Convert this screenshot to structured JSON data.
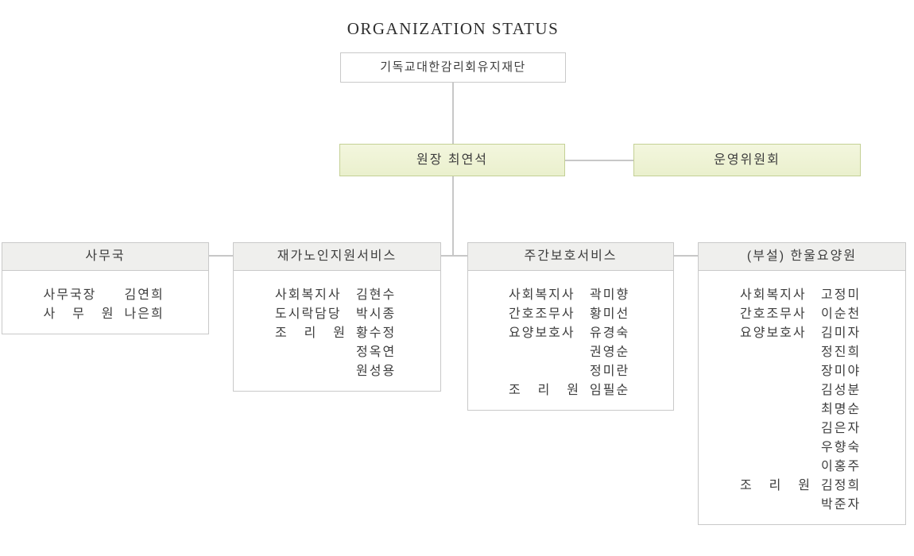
{
  "title": "ORGANIZATION STATUS",
  "colors": {
    "accent-bg-top": "#f3f6de",
    "accent-bg-bottom": "#eaf0cd",
    "accent-border": "#c4d095",
    "header-bg": "#efefed",
    "box-border": "#c9c9c9",
    "line": "#c7c7c7",
    "text": "#3d3d3d"
  },
  "root_box": {
    "label": "기독교대한감리회유지재단"
  },
  "director_box": {
    "label": "원장 최연석"
  },
  "committee_box": {
    "label": "운영위원회"
  },
  "departments": [
    {
      "name": "사무국",
      "staff": [
        {
          "title": "사무국장",
          "name": "김연희"
        },
        {
          "title": "사 무 원",
          "name": "나은희"
        }
      ]
    },
    {
      "name": "재가노인지원서비스",
      "staff": [
        {
          "title": "사회복지사",
          "name": "김현수"
        },
        {
          "title": "도시락담당",
          "name": "박시종"
        },
        {
          "title": "조 리 원",
          "name": "황수정"
        },
        {
          "title": "",
          "name": "정옥연"
        },
        {
          "title": "",
          "name": "원성용"
        }
      ]
    },
    {
      "name": "주간보호서비스",
      "staff": [
        {
          "title": "사회복지사",
          "name": "곽미향"
        },
        {
          "title": "간호조무사",
          "name": "황미선"
        },
        {
          "title": "요양보호사",
          "name": "유경숙"
        },
        {
          "title": "",
          "name": "권영순"
        },
        {
          "title": "",
          "name": "정미란"
        },
        {
          "title": "조 리 원",
          "name": "임필순"
        }
      ]
    },
    {
      "name": "(부설) 한울요양원",
      "staff": [
        {
          "title": "사회복지사",
          "name": "고정미"
        },
        {
          "title": "간호조무사",
          "name": "이순천"
        },
        {
          "title": "요양보호사",
          "name": "김미자"
        },
        {
          "title": "",
          "name": "정진희"
        },
        {
          "title": "",
          "name": "장미야"
        },
        {
          "title": "",
          "name": "김성분"
        },
        {
          "title": "",
          "name": "최명순"
        },
        {
          "title": "",
          "name": "김은자"
        },
        {
          "title": "",
          "name": "우향숙"
        },
        {
          "title": "",
          "name": "이홍주"
        },
        {
          "title": "조 리 원",
          "name": "김정희"
        },
        {
          "title": "",
          "name": "박준자"
        }
      ]
    }
  ]
}
